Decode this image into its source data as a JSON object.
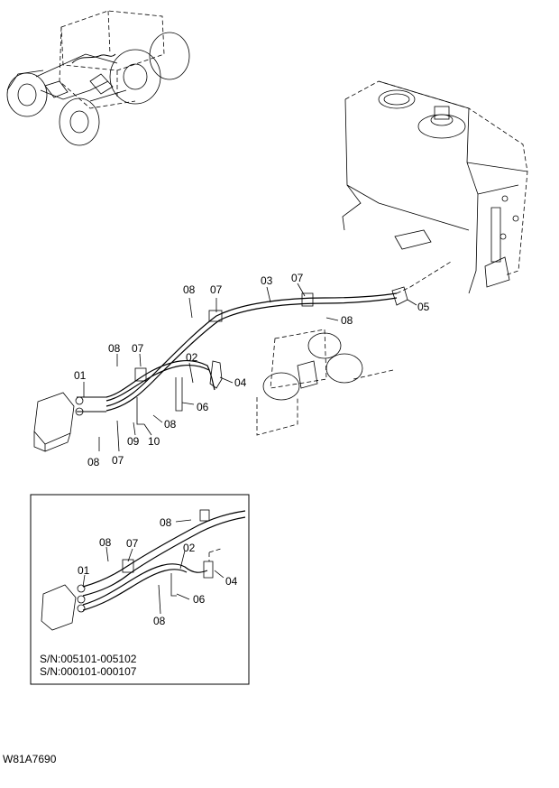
{
  "callouts": {
    "c01": "01",
    "c02": "02",
    "c03": "03",
    "c04": "04",
    "c05": "05",
    "c06": "06",
    "c07": "07",
    "c08": "08",
    "c09": "09",
    "c10": "10"
  },
  "inset": {
    "serial_1": "S/N:005101-005102",
    "serial_2": "S/N:000101-000107"
  },
  "figure_code": "W81A7690"
}
